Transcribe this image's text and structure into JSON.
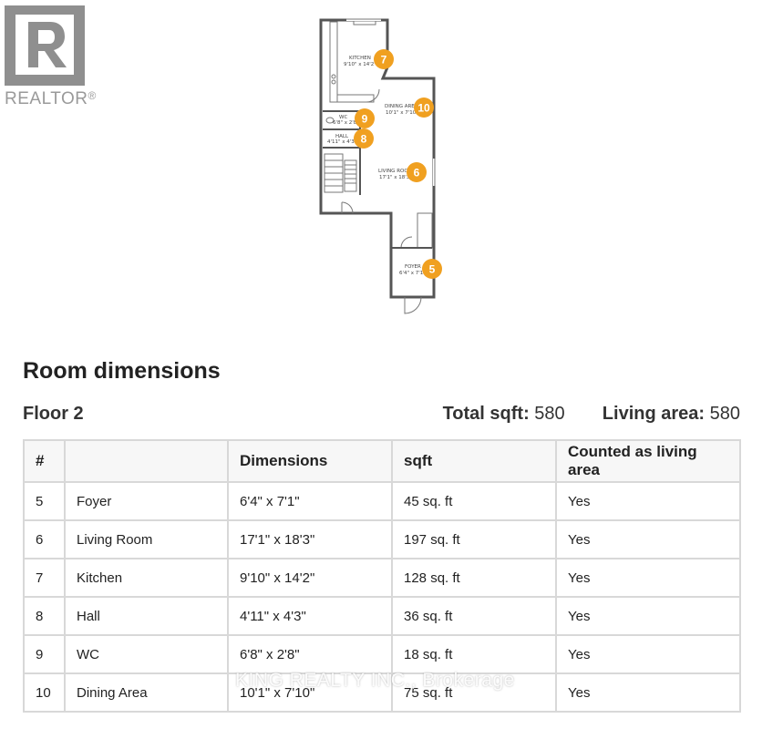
{
  "logo": {
    "text": "REALTOR",
    "trademark": "®"
  },
  "floorplan": {
    "rooms": [
      {
        "number": "7",
        "label": "KITCHEN",
        "dims": "9'10\" x 14'2\""
      },
      {
        "number": "10",
        "label": "DINING AREA",
        "dims": "10'1\" x 7'10\""
      },
      {
        "number": "9",
        "label": "WC",
        "dims": "6'8\" x 2'8\""
      },
      {
        "number": "8",
        "label": "HALL",
        "dims": "4'11\" x 4'3\""
      },
      {
        "number": "6",
        "label": "LIVING ROOM",
        "dims": "17'1\" x 18'3\""
      },
      {
        "number": "5",
        "label": "FOYER",
        "dims": "6'4\" x 7'1\""
      }
    ],
    "badge_color": "#f0a020"
  },
  "section": {
    "title": "Room dimensions"
  },
  "floor": {
    "name": "Floor 2",
    "total_label": "Total sqft:",
    "total_value": "580",
    "living_label": "Living area:",
    "living_value": "580"
  },
  "table": {
    "headers": [
      "#",
      "",
      "Dimensions",
      "sqft",
      "Counted as living area"
    ],
    "rows": [
      [
        "5",
        "Foyer",
        "6'4\" x 7'1\"",
        "45 sq. ft",
        "Yes"
      ],
      [
        "6",
        "Living Room",
        "17'1\" x 18'3\"",
        "197 sq. ft",
        "Yes"
      ],
      [
        "7",
        "Kitchen",
        "9'10\" x 14'2\"",
        "128 sq. ft",
        "Yes"
      ],
      [
        "8",
        "Hall",
        "4'11\" x 4'3\"",
        "36 sq. ft",
        "Yes"
      ],
      [
        "9",
        "WC",
        "6'8\" x 2'8\"",
        "18 sq. ft",
        "Yes"
      ],
      [
        "10",
        "Dining Area",
        "10'1\" x 7'10\"",
        "75 sq. ft",
        "Yes"
      ]
    ]
  },
  "watermark": {
    "text": "KING REALTY INC., Brokerage"
  }
}
